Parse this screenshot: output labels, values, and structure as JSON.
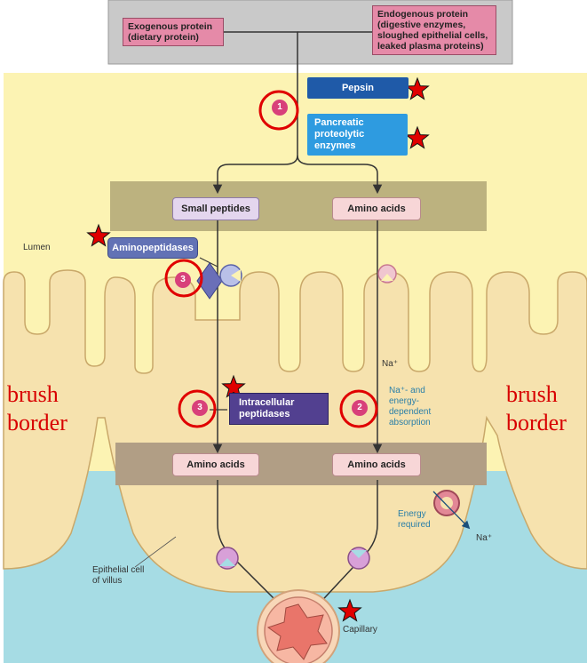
{
  "source_boxes": {
    "exogenous": [
      "Exogenous protein",
      "(dietary protein)"
    ],
    "endogenous": [
      "Endogenous protein",
      "(digestive enzymes,",
      "sloughed epithelial cells,",
      "leaked plasma proteins)"
    ]
  },
  "enzymes": {
    "pepsin": "Pepsin",
    "pancreatic": [
      "Pancreatic",
      "proteolytic enzymes"
    ],
    "aminopeptidases": "Aminopeptidases",
    "intracellular": [
      "Intracellular",
      "peptidases"
    ]
  },
  "products": {
    "small_peptides": "Small peptides",
    "amino_acids_lumen": "Amino acids",
    "amino_acids_cell_left": "Amino acids",
    "amino_acids_cell_right": "Amino acids"
  },
  "step_numbers": {
    "step1": "1",
    "step3_brush": "3",
    "step3_intracellular": "3",
    "step2": "2"
  },
  "labels": {
    "lumen": "Lumen",
    "na_plus": "Na⁺",
    "na_energy": [
      "Na⁺- and",
      "energy-",
      "dependent",
      "absorption"
    ],
    "energy_required": [
      "Energy",
      "required"
    ],
    "na_out": "Na⁺",
    "epithelial": [
      "Epithelial cell",
      "of villus"
    ],
    "capillary": "Capillary"
  },
  "annotations": {
    "brush_left": [
      "brush",
      "border"
    ],
    "brush_right": [
      "brush",
      "border"
    ]
  },
  "colors": {
    "lumen_yellow": "#fcf3b3",
    "cell_tan": "#f6e2ae",
    "interstitial_blue": "#a6dce4",
    "band_olive": "#bcb27f",
    "band_brown": "#b19e85",
    "annotation_red": "#d80000"
  }
}
